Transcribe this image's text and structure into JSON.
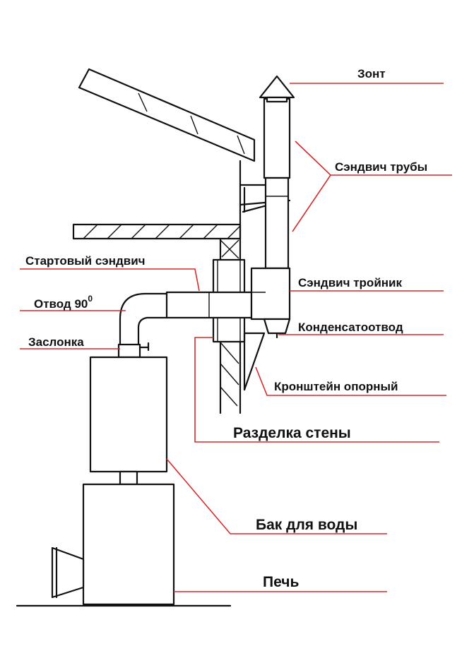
{
  "labels": {
    "zont": "Зонт",
    "sandwich_pipes": "Сэндвич трубы",
    "starter_sandwich": "Стартовый сэндвич",
    "sandwich_tee": "Сэндвич тройник",
    "elbow": "Отвод 90",
    "elbow_sup": "0",
    "condensate": "Конденсатоотвод",
    "damper": "Заслонка",
    "bracket": "Кронштейн опорный",
    "wall_sep": "Разделка стены",
    "water_tank": "Бак для воды",
    "stove": "Печь"
  },
  "colors": {
    "leader": "#d42a2a",
    "ink": "#111111",
    "background": "#ffffff"
  }
}
